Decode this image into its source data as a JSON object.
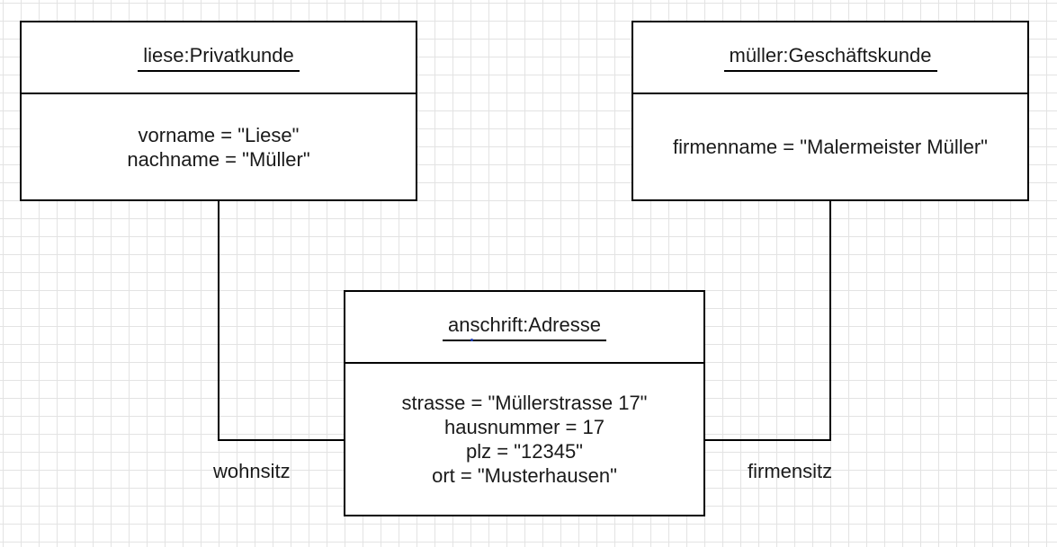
{
  "diagram": {
    "objects": {
      "liese": {
        "title": "liese:Privatkunde",
        "attributes": [
          "vorname = \"Liese\"",
          "nachname = \"Müller\""
        ]
      },
      "mueller": {
        "title": "müller:Geschäftskunde",
        "attributes": [
          "firmenname = \"Malermeister Müller\""
        ]
      },
      "anschrift": {
        "title": "anschrift:Adresse",
        "attributes": [
          "strasse = \"Müllerstrasse 17\"",
          "hausnummer = 17",
          "plz = \"12345\"",
          "ort = \"Musterhausen\""
        ]
      }
    },
    "associations": {
      "wohnsitz": "wohnsitz",
      "firmensitz": "firmensitz"
    },
    "colors": {
      "grid": "#e3e3e3",
      "stroke": "#000000",
      "cursor_dot": "#1f3fbf"
    }
  }
}
